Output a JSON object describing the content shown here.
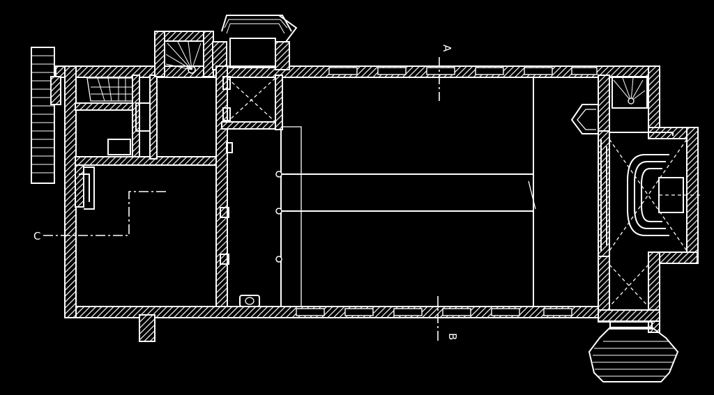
{
  "section_labels": {
    "a": "A",
    "b": "B",
    "c": "C"
  },
  "colors": {
    "background": "#000000",
    "line": "#ffffff"
  }
}
